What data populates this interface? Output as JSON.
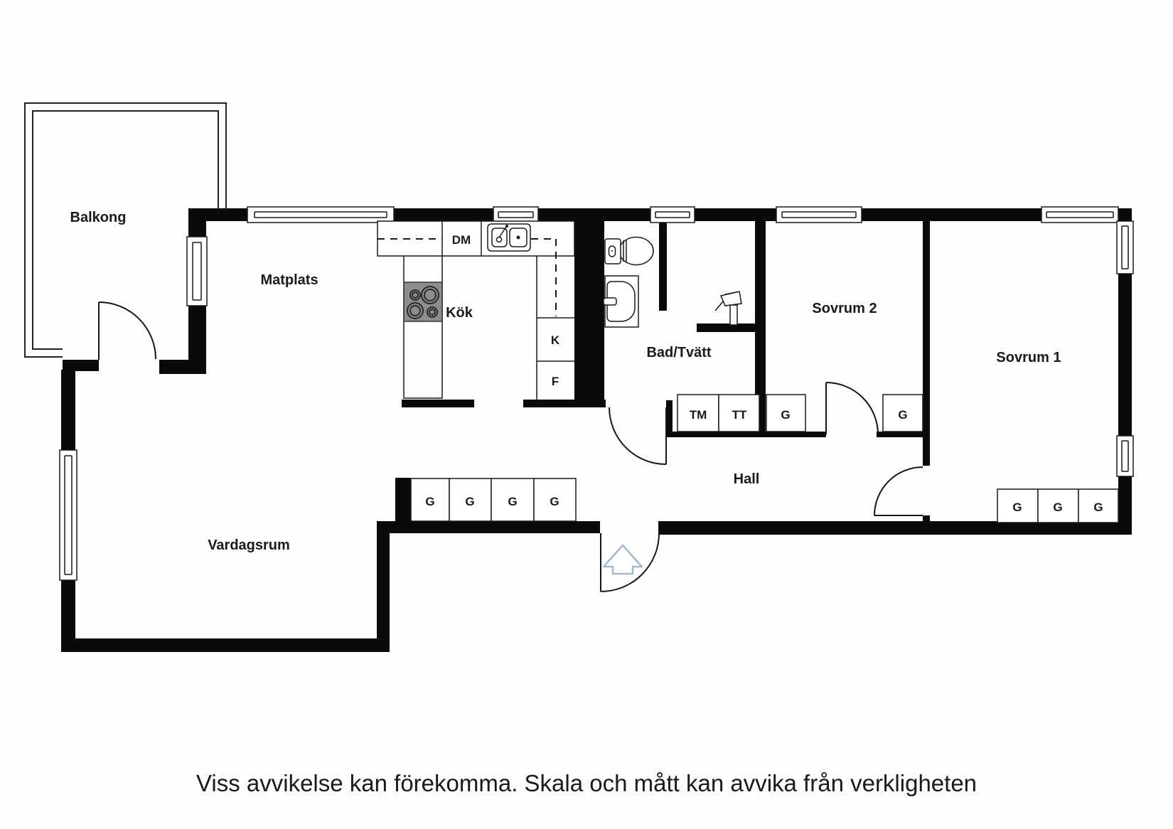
{
  "plan": {
    "rooms": {
      "balcony": "Balkong",
      "dining": "Matplats",
      "kitchen": "Kök",
      "bath": "Bad/Tvätt",
      "bedroom2": "Sovrum 2",
      "bedroom1": "Sovrum 1",
      "hall": "Hall",
      "living": "Vardagsrum"
    },
    "appliances": {
      "dishwasher": "DM",
      "fridge": "K",
      "freezer": "F",
      "washer": "TM",
      "dryer": "TT",
      "wardrobe": "G"
    },
    "disclaimer": "Viss avvikelse kan förekomma. Skala och mått kan avvika från verkligheten"
  },
  "colors": {
    "wall": "#0a0a0a",
    "line": "#1a1a1a",
    "stove_fill": "#8d8d8d",
    "arrow_stroke": "#a3b8cb",
    "background": "#fdfdfd"
  }
}
